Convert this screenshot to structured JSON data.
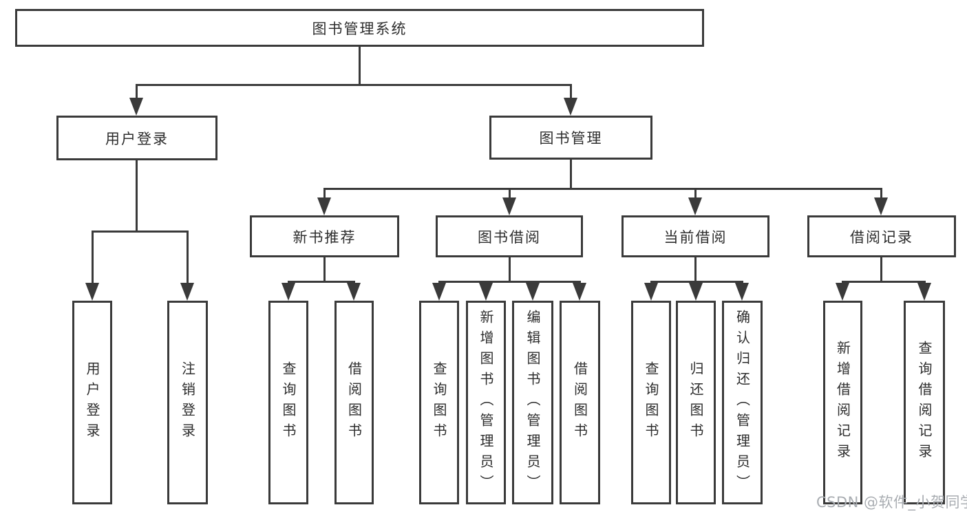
{
  "diagram_title": "图书管理系统",
  "tree": {
    "label": "图书管理系统",
    "children": [
      {
        "label": "用户登录",
        "children": [
          {
            "label": "用户登录"
          },
          {
            "label": "注销登录"
          }
        ]
      },
      {
        "label": "图书管理",
        "children": [
          {
            "label": "新书推荐",
            "children": [
              {
                "label": "查询图书"
              },
              {
                "label": "借阅图书"
              }
            ]
          },
          {
            "label": "图书借阅",
            "children": [
              {
                "label": "查询图书"
              },
              {
                "label": "新增图书（管理员）"
              },
              {
                "label": "编辑图书（管理员）"
              },
              {
                "label": "借阅图书"
              }
            ]
          },
          {
            "label": "当前借阅",
            "children": [
              {
                "label": "查询图书"
              },
              {
                "label": "归还图书"
              },
              {
                "label": "确认归还（管理员）"
              }
            ]
          },
          {
            "label": "借阅记录",
            "children": [
              {
                "label": "新增借阅记录"
              },
              {
                "label": "查询借阅记录"
              }
            ]
          }
        ]
      }
    ]
  },
  "watermark": "CSDN @软件_小贺同学",
  "colors": {
    "line": "#3a3a3a",
    "text": "#2d2d2d",
    "watermark": "#a9adb2",
    "background": "#ffffff"
  }
}
